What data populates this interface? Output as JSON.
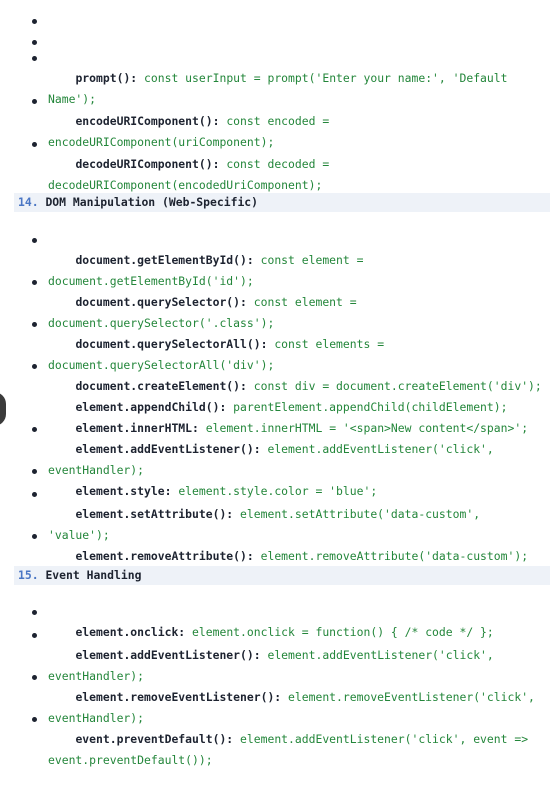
{
  "top_items": [
    {
      "name": "",
      "code": ""
    },
    {
      "name": "",
      "code": ""
    },
    {
      "name": "prompt():",
      "code": "const userInput = prompt('Enter your name:', 'Default Name');"
    },
    {
      "name": "encodeURIComponent():",
      "code": "const encoded = encodeURIComponent(uriComponent);"
    },
    {
      "name": "decodeURIComponent():",
      "code": "const decoded = decodeURIComponent(encodedUriComponent);"
    }
  ],
  "section14": {
    "number": "14.",
    "title": "DOM Manipulation (Web-Specific)",
    "items": [
      {
        "name": "document.getElementById():",
        "code": "const element = document.getElementById('id');"
      },
      {
        "name": "document.querySelector():",
        "code": "const element = document.querySelector('.class');"
      },
      {
        "name": "document.querySelectorAll():",
        "code": "const elements = document.querySelectorAll('div');"
      },
      {
        "name": "document.createElement():",
        "code": "const div = document.createElement('div');"
      },
      {
        "name": "element.appendChild():",
        "code": "parentElement.appendChild(childElement);"
      },
      {
        "name": "element.innerHTML:",
        "code": "element.innerHTML = '<span>New content</span>';"
      },
      {
        "name": "element.addEventListener():",
        "code": "element.addEventListener('click', eventHandler);"
      },
      {
        "name": "element.style:",
        "code": "element.style.color = 'blue';"
      },
      {
        "name": "element.setAttribute():",
        "code": "element.setAttribute('data-custom', 'value');"
      },
      {
        "name": "element.removeAttribute():",
        "code": "element.removeAttribute('data-custom');"
      }
    ]
  },
  "section15": {
    "number": "15.",
    "title": "Event Handling",
    "items": [
      {
        "name": "element.onclick:",
        "code": "element.onclick = function() { /* code */ };"
      },
      {
        "name": "element.addEventListener():",
        "code": "element.addEventListener('click', eventHandler);"
      },
      {
        "name": "element.removeEventListener():",
        "code": "element.removeEventListener('click', eventHandler);"
      },
      {
        "name": "event.preventDefault():",
        "code": "element.addEventListener('click', event => event.preventDefault());"
      }
    ]
  }
}
